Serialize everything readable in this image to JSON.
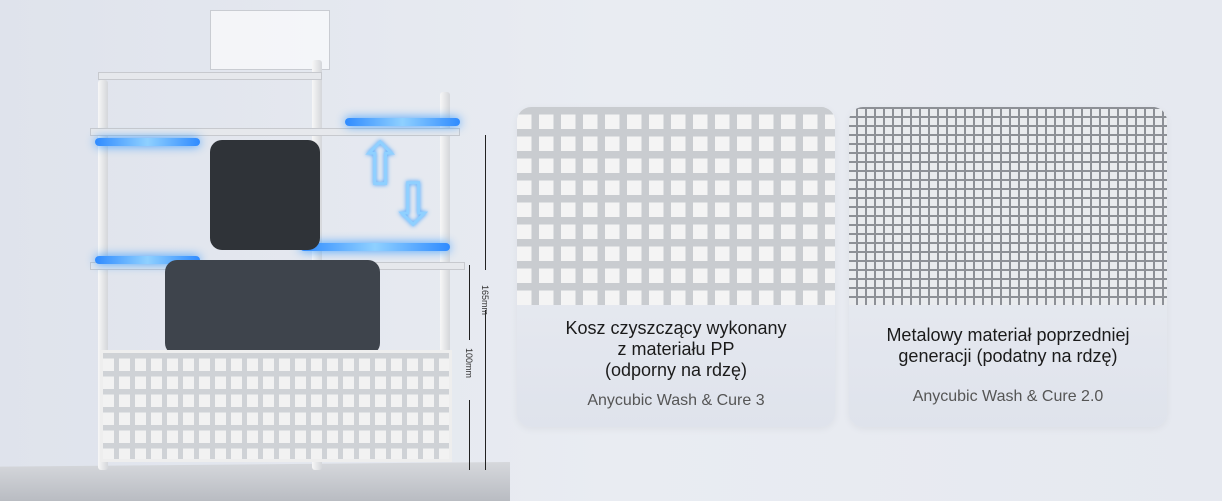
{
  "illustration": {
    "dim_top": "165mm",
    "dim_bottom": "100mm"
  },
  "cards": [
    {
      "description": [
        "Kosz czyszczący wykonany",
        "z materiału PP",
        "(odporny na rdzę)"
      ],
      "model": "Anycubic Wash & Cure 3"
    },
    {
      "description": [
        "Metalowy materiał poprzedniej",
        "generacji (podatny na rdzę)"
      ],
      "model": "Anycubic Wash & Cure 2.0"
    }
  ]
}
